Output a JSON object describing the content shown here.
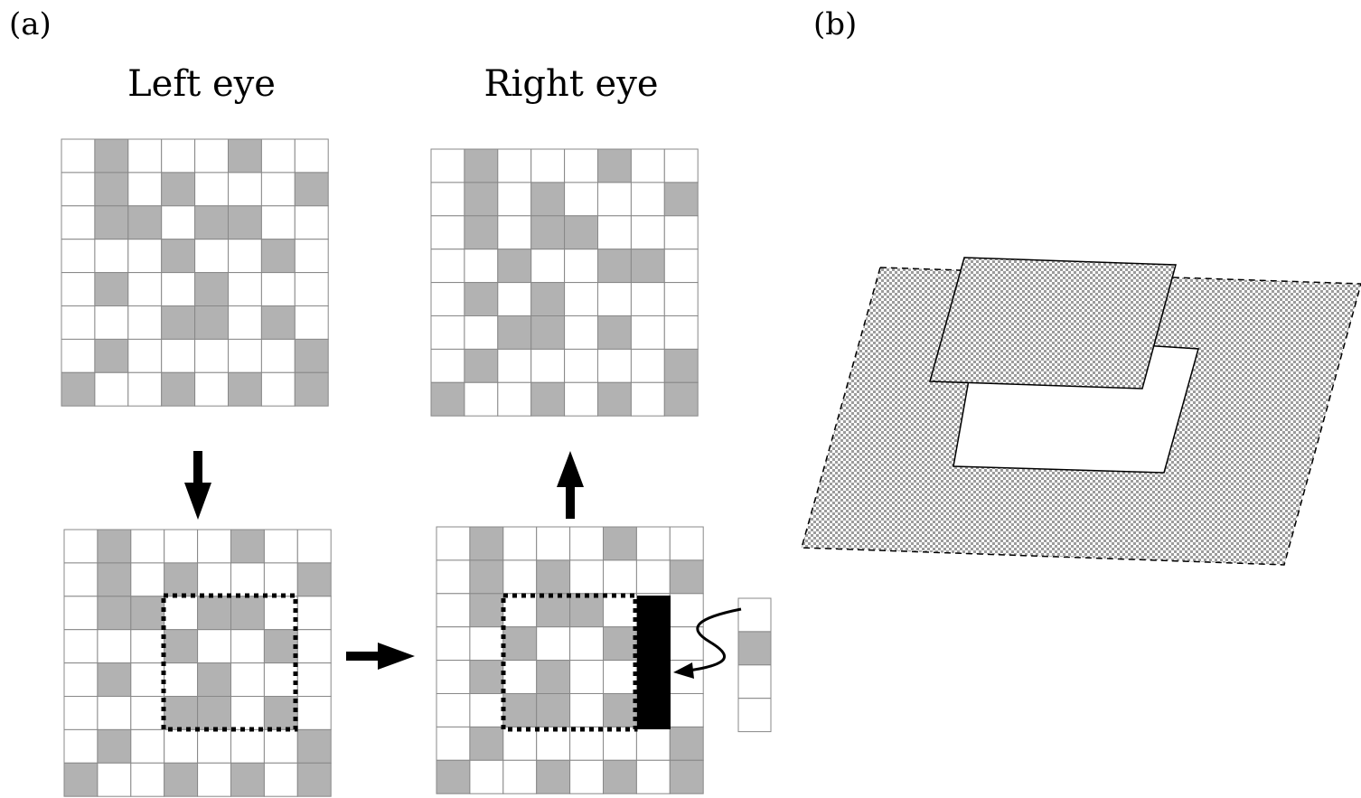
{
  "panels": {
    "a_label": "(a)",
    "b_label": "(b)"
  },
  "titles": {
    "left": "Left eye",
    "right": "Right eye"
  },
  "colors": {
    "cell_gray": "#b2b2b2",
    "cell_white": "#ffffff",
    "grid_line": "#888888",
    "black": "#000000"
  },
  "grids": {
    "left_eye": [
      [
        0,
        1,
        0,
        0,
        0,
        1,
        0,
        0
      ],
      [
        0,
        1,
        0,
        1,
        0,
        0,
        0,
        1
      ],
      [
        0,
        1,
        1,
        0,
        1,
        1,
        0,
        0
      ],
      [
        0,
        0,
        0,
        1,
        0,
        0,
        1,
        0
      ],
      [
        0,
        1,
        0,
        0,
        1,
        0,
        0,
        0
      ],
      [
        0,
        0,
        0,
        1,
        1,
        0,
        1,
        0
      ],
      [
        0,
        1,
        0,
        0,
        0,
        0,
        0,
        1
      ],
      [
        1,
        0,
        0,
        1,
        0,
        1,
        0,
        1
      ]
    ],
    "right_eye": [
      [
        0,
        1,
        0,
        0,
        0,
        1,
        0,
        0
      ],
      [
        0,
        1,
        0,
        1,
        0,
        0,
        0,
        1
      ],
      [
        0,
        1,
        0,
        1,
        1,
        0,
        0,
        0
      ],
      [
        0,
        0,
        1,
        0,
        0,
        1,
        1,
        0
      ],
      [
        0,
        1,
        0,
        1,
        0,
        0,
        0,
        0
      ],
      [
        0,
        0,
        1,
        1,
        0,
        1,
        0,
        0
      ],
      [
        0,
        1,
        0,
        0,
        0,
        0,
        0,
        1
      ],
      [
        1,
        0,
        0,
        1,
        0,
        1,
        0,
        1
      ]
    ],
    "column_strip": [
      0,
      1,
      0,
      0
    ]
  }
}
